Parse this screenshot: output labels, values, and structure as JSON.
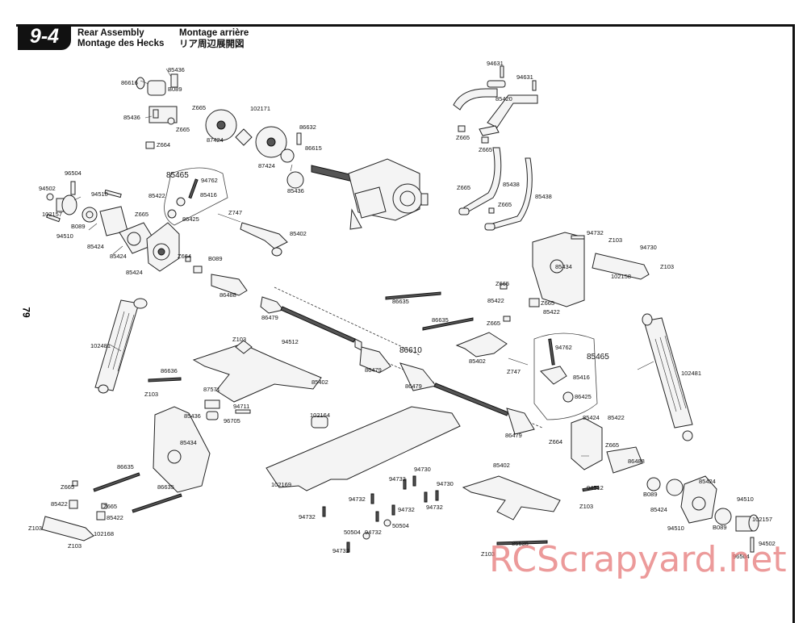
{
  "header": {
    "step": "9-4",
    "title_en": "Rear Assembly",
    "title_de": "Montage des Hecks",
    "title_fr": "Montage arrière",
    "title_jp": "リア周辺展開図"
  },
  "page_number": "79",
  "watermark": "RCScrapyard.net",
  "parts": {
    "p94631a": "94631",
    "p94631b": "94631",
    "p85420": "85420",
    "p85436a": "85436",
    "p86616": "86616",
    "pB089a": "B089",
    "p85436b": "85436",
    "pZ665a": "Z665",
    "pZ665b": "Z665",
    "pZ664a": "Z664",
    "p87424a": "87424",
    "p102171": "102171",
    "p86632": "86632",
    "p87424b": "87424",
    "p86615": "86615",
    "p85436c": "85436",
    "pZ665c": "Z665",
    "pZ665d": "Z665",
    "p96504a": "96504",
    "p94502a": "94502",
    "p94510a": "94510",
    "p102157a": "102157",
    "pB089b": "B089",
    "p94510b": "94510",
    "p85424a": "85424",
    "p85424b": "85424",
    "p85424c": "85424",
    "p85422a": "85422",
    "pZ665e": "Z665",
    "p85465a": "85465",
    "p94762a": "94762",
    "p85416a": "85416",
    "p86425a": "86425",
    "pZ747a": "Z747",
    "p85402a": "85402",
    "pZ664b": "Z664",
    "pB089c": "B089",
    "p86488a": "86488",
    "pZ665f": "Z665",
    "p85438a": "85438",
    "pZ665g": "Z665",
    "p85438b": "85438",
    "p94732a": "94732",
    "pZ103a": "Z103",
    "p94730a": "94730",
    "p85434a": "85434",
    "pZ103b": "Z103",
    "p102158": "102158",
    "pZ665h": "Z665",
    "p85422b": "85422",
    "pZ665i": "Z665",
    "p85422c": "85422",
    "p86635a": "86635",
    "p86635b": "86635",
    "pZ665j": "Z665",
    "p86479a": "86479",
    "p102481a": "102481",
    "pZ103c": "Z103",
    "p94512a": "94512",
    "p86610": "86610",
    "p86636a": "86636",
    "pZ103d": "Z103",
    "p85402b": "85402",
    "p86479b": "86479",
    "p86479c": "86479",
    "p85402c": "85402",
    "pZ747b": "Z747",
    "p94762b": "94762",
    "p85465b": "85465",
    "p85416b": "85416",
    "p86425b": "86425",
    "p102481b": "102481",
    "p87571": "87571",
    "p85436d": "85436",
    "p94711": "94711",
    "p96705": "96705",
    "p85434b": "85434",
    "p102164": "102164",
    "p86479d": "86479",
    "pZ664c": "Z664",
    "p85424d": "85424",
    "p85422d": "85422",
    "pZ665k": "Z665",
    "p86488b": "86488",
    "p86635c": "86635",
    "pZ665l": "Z665",
    "p85422e": "85422",
    "pZ103e": "Z103",
    "p102168": "102168",
    "pZ103f": "Z103",
    "pZ665m": "Z665",
    "p85422f": "85422",
    "p86635d": "86635",
    "p102169": "102169",
    "p94730b": "94730",
    "p94732b": "94732",
    "p94730c": "94730",
    "p94732c": "94732",
    "p94732d": "94732",
    "p94732e": "94732",
    "p94732f": "94732",
    "p50504a": "50504",
    "p50504b": "50504",
    "p94732g": "94732",
    "p94732h": "94732",
    "p85402d": "85402",
    "p94512b": "94512",
    "pZ103g": "Z103",
    "p86636b": "86636",
    "pZ103h": "Z103",
    "pB089d": "B089",
    "p85424e": "85424",
    "p85424f": "85424",
    "p94510c": "94510",
    "p94510d": "94510",
    "p102157b": "102157",
    "pB089e": "B089",
    "p94502b": "94502",
    "p96504b": "96504"
  }
}
